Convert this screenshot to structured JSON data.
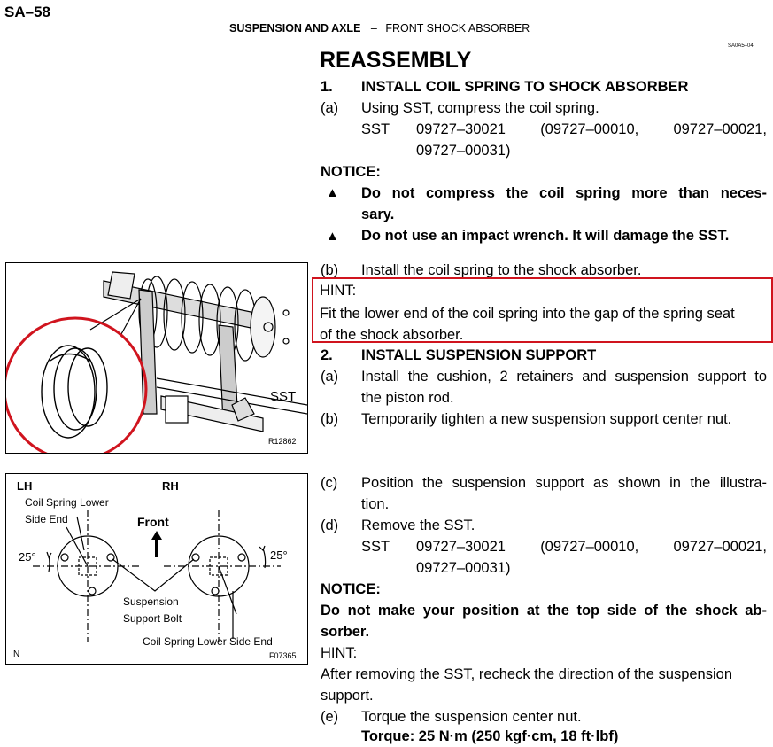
{
  "page_number": "SA–58",
  "header": {
    "section": "SUSPENSION AND AXLE",
    "dash": "–",
    "subsection": "FRONT SHOCK ABSORBER"
  },
  "doc_code": "SA0A5–04",
  "title": "REASSEMBLY",
  "step1": {
    "num": "1.",
    "heading": "INSTALL COIL SPRING TO SHOCK ABSORBER",
    "a_label": "(a)",
    "a_text": "Using SST, compress the coil spring.",
    "sst_label": "SST",
    "sst_line1": "09727–30021 (09727–00010, 09727–00021,",
    "sst_line2": "09727–00031)",
    "notice_label": "NOTICE:",
    "bullet1_line1": "Do not compress the coil spring more than neces-",
    "bullet1_line2": "sary.",
    "bullet2": "Do not use an impact wrench. It will damage the SST.",
    "b_label": "(b)",
    "b_text": "Install the coil spring to the shock absorber.",
    "hint_label": "HINT:",
    "hint_line1": "Fit the lower end of the coil spring into the gap of the spring seat",
    "hint_line2": "of the shock absorber."
  },
  "step2": {
    "num": "2.",
    "heading": "INSTALL SUSPENSION SUPPORT",
    "a_label": "(a)",
    "a_line1": "Install the cushion, 2 retainers and suspension support to",
    "a_line2": "the piston rod.",
    "b_label": "(b)",
    "b_text": "Temporarily tighten a new suspension support center nut.",
    "c_label": "(c)",
    "c_line1": "Position the suspension support as shown in the illustra-",
    "c_line2": "tion.",
    "d_label": "(d)",
    "d_text": "Remove the SST.",
    "sst_label": "SST",
    "sst_line1": "09727–30021 (09727–00010, 09727–00021,",
    "sst_line2": "09727–00031)",
    "notice_label": "NOTICE:",
    "notice_line1": "Do not make your position at the top side of the shock ab-",
    "notice_line2": "sorber.",
    "hint_label": "HINT:",
    "hint_line1": "After removing the SST, recheck the direction of the suspension",
    "hint_line2": "support.",
    "e_label": "(e)",
    "e_text": "Torque the suspension center nut.",
    "torque": "Torque: 25 N·m (250 kgf·cm, 18 ft·lbf)"
  },
  "figure1": {
    "sst_label": "SST",
    "fig_code": "R12862"
  },
  "figure2": {
    "lh": "LH",
    "rh": "RH",
    "coil_lower_1": "Coil Spring Lower",
    "coil_lower_2": "Side End",
    "front": "Front",
    "angle_left": "25°",
    "angle_right": "25°",
    "bolt_1": "Suspension",
    "bolt_2": "Support Bolt",
    "coil_lower_full": "Coil Spring Lower Side End",
    "n": "N",
    "fig_code": "F07365"
  },
  "colors": {
    "highlight": "#d0141e"
  }
}
